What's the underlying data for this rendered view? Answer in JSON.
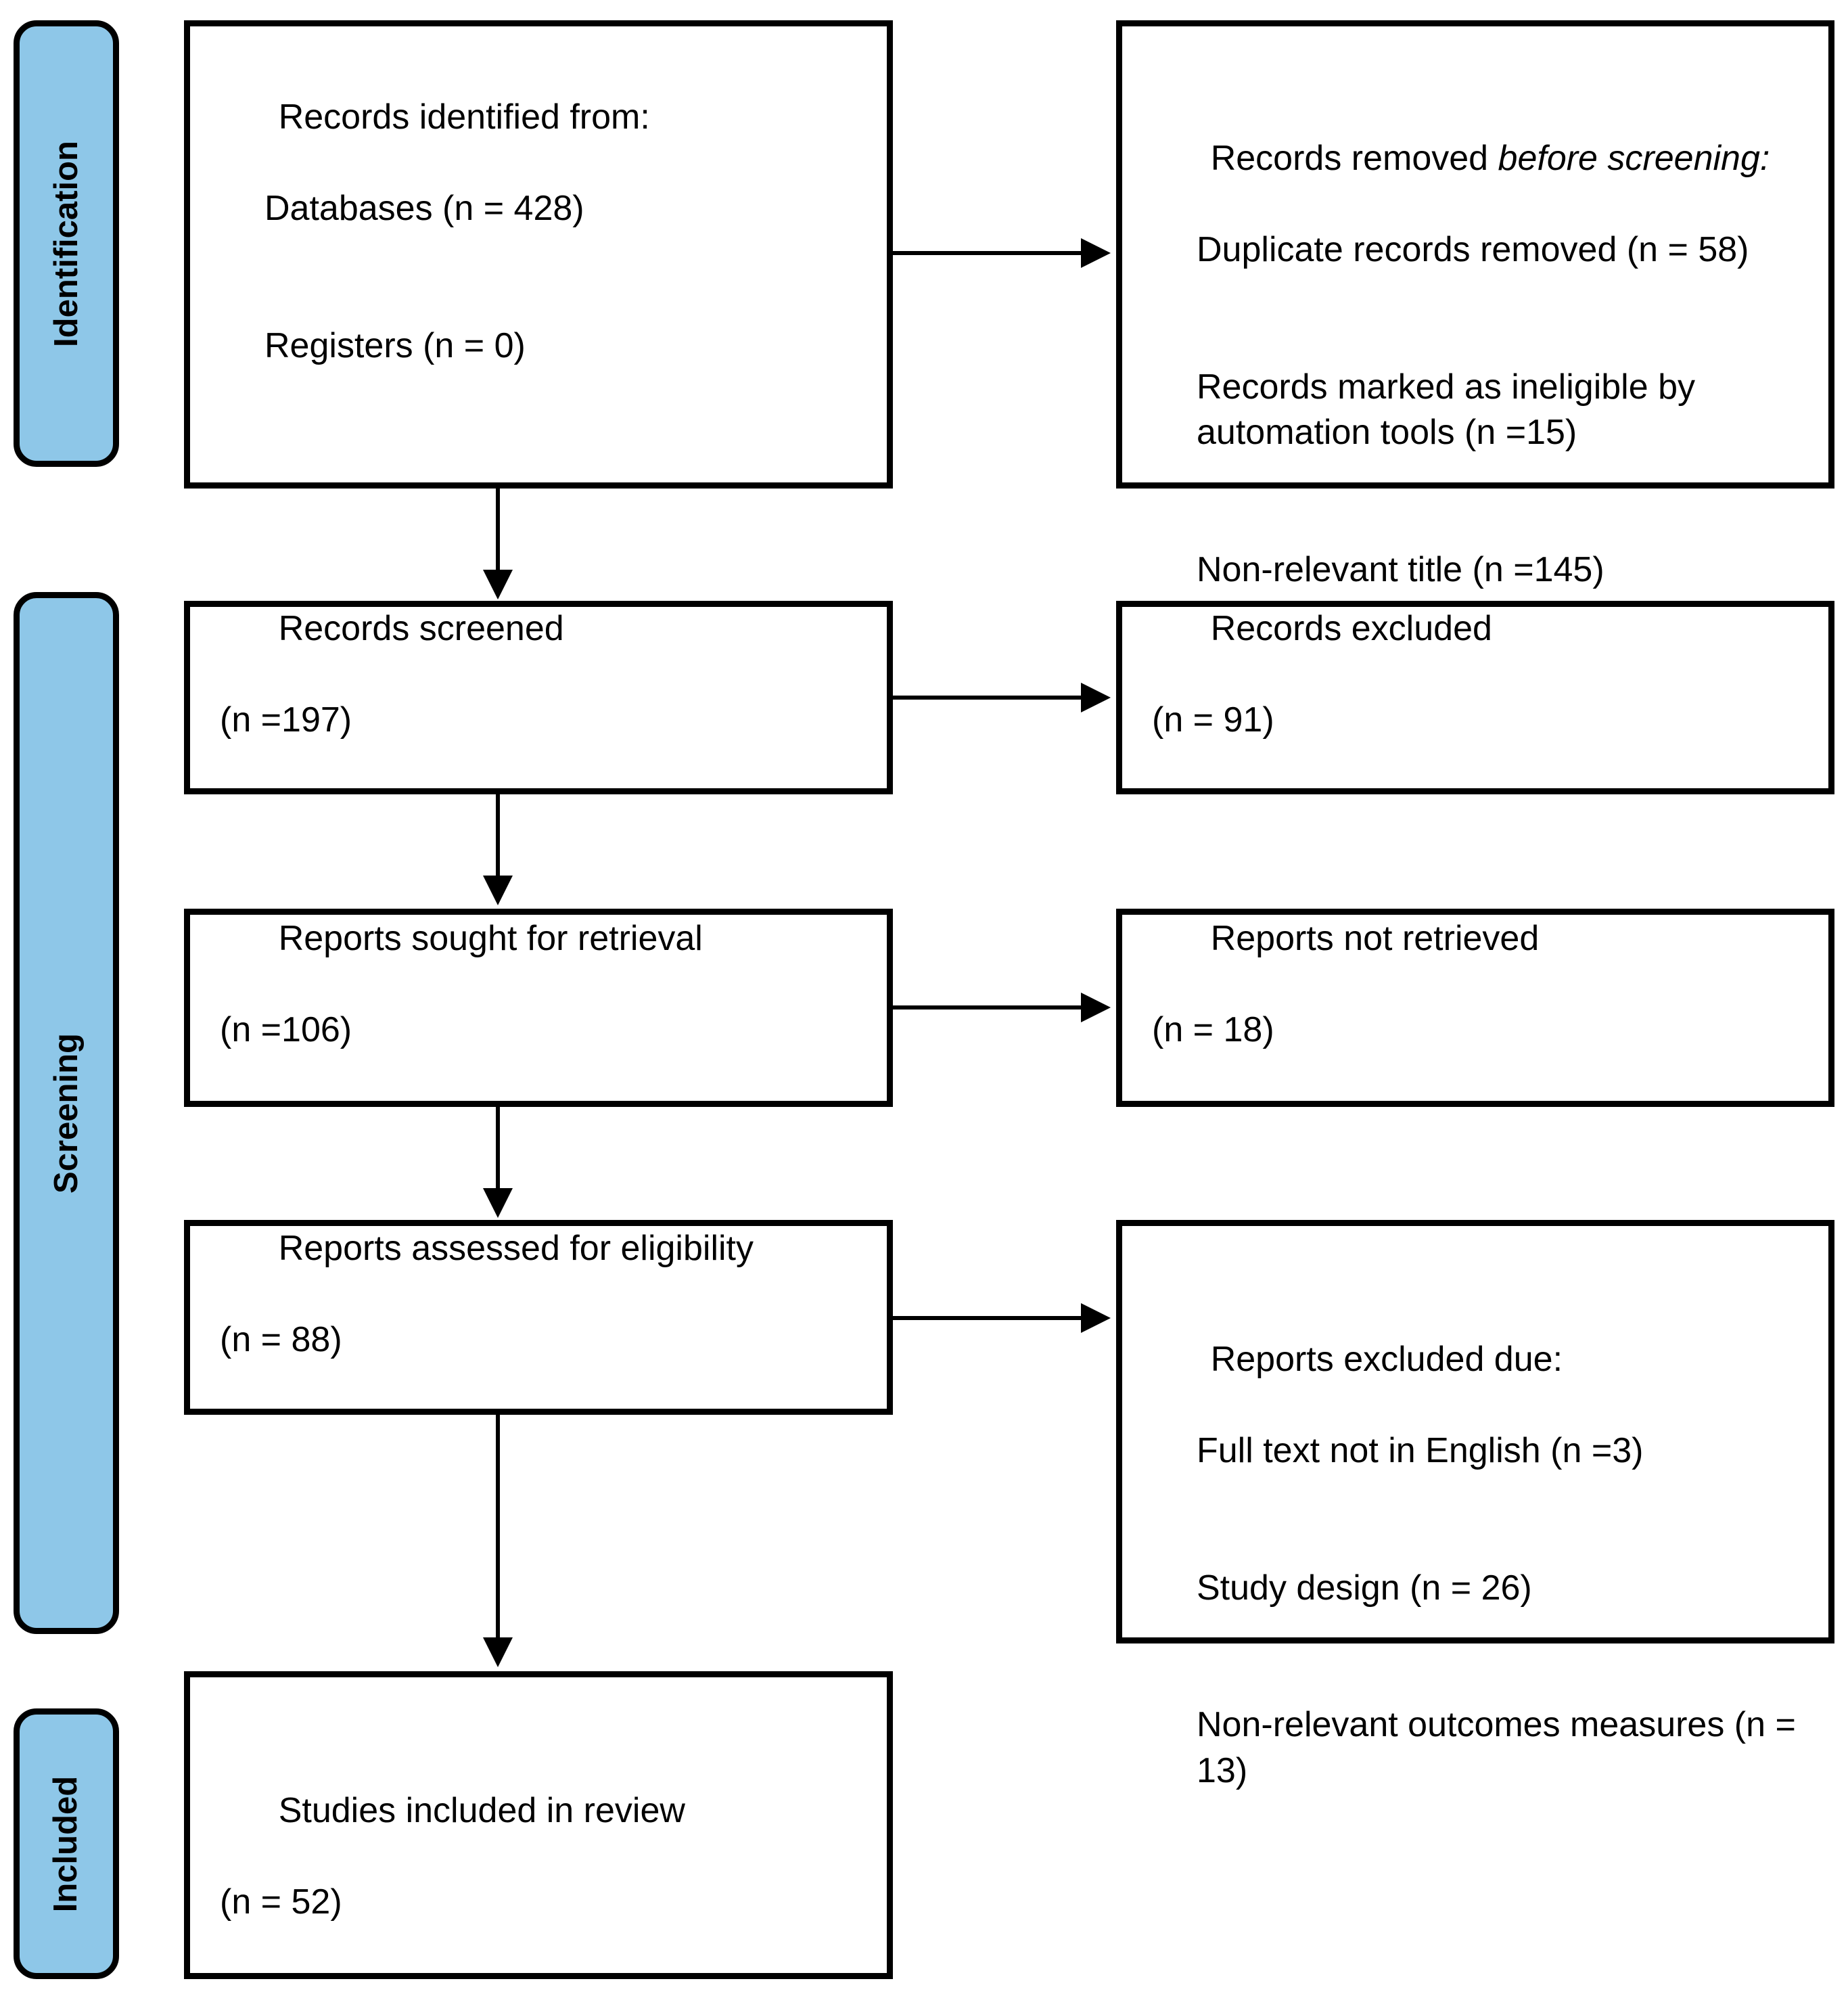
{
  "diagram": {
    "type": "prisma-flow-diagram",
    "accent_color": "#8ec7e8",
    "line_color": "#000000",
    "background_color": "#ffffff"
  },
  "stages": [
    {
      "id": "identification",
      "label": "Identification"
    },
    {
      "id": "screening",
      "label": "Screening"
    },
    {
      "id": "included",
      "label": "Included"
    }
  ],
  "boxes": {
    "records_identified": {
      "title": "Records identified from:",
      "items": [
        "Databases (n = 428)",
        "Registers (n = 0)"
      ]
    },
    "records_removed": {
      "title_plain": "Records removed ",
      "title_italic": "before screening",
      "title_colon": ":",
      "items": [
        "Duplicate records removed (n = 58)",
        "Records marked as ineligible by automation tools (n =15)",
        "Non-relevant title (n =145)"
      ]
    },
    "records_screened": {
      "title": "Records screened",
      "count": "(n =197)"
    },
    "records_excluded": {
      "title": "Records excluded",
      "count": "(n = 91)"
    },
    "reports_sought": {
      "title": "Reports sought for retrieval",
      "count": "(n =106)"
    },
    "reports_not_retrieved": {
      "title": "Reports not retrieved",
      "count": "(n = 18)"
    },
    "reports_assessed": {
      "title": "Reports assessed for eligibility",
      "count": "(n = 88)"
    },
    "reports_excluded": {
      "title": "Reports excluded due:",
      "items": [
        "Full text not in English (n =3)",
        "Study design (n = 26)",
        "Non-relevant outcomes measures (n = 13)"
      ]
    },
    "studies_included": {
      "title": "Studies included in review",
      "count": "(n = 52)"
    }
  },
  "chart_data": {
    "type": "diagram",
    "title": "PRISMA 2020 flow diagram",
    "nodes": [
      {
        "id": "records_identified",
        "stage": "Identification",
        "label": "Records identified from: Databases (n = 428); Registers (n = 0)",
        "n_databases": 428,
        "n_registers": 0
      },
      {
        "id": "records_removed",
        "stage": "Identification",
        "label": "Records removed before screening",
        "duplicate_records_removed": 58,
        "ineligible_by_automation_tools": 15,
        "non_relevant_title": 145
      },
      {
        "id": "records_screened",
        "stage": "Screening",
        "label": "Records screened",
        "n": 197
      },
      {
        "id": "records_excluded",
        "stage": "Screening",
        "label": "Records excluded",
        "n": 91
      },
      {
        "id": "reports_sought",
        "stage": "Screening",
        "label": "Reports sought for retrieval",
        "n": 106
      },
      {
        "id": "reports_not_retrieved",
        "stage": "Screening",
        "label": "Reports not retrieved",
        "n": 18
      },
      {
        "id": "reports_assessed",
        "stage": "Screening",
        "label": "Reports assessed for eligibility",
        "n": 88
      },
      {
        "id": "reports_excluded",
        "stage": "Screening",
        "label": "Reports excluded due",
        "full_text_not_in_english": 3,
        "study_design": 26,
        "non_relevant_outcomes_measures": 13
      },
      {
        "id": "studies_included",
        "stage": "Included",
        "label": "Studies included in review",
        "n": 52
      }
    ],
    "edges": [
      {
        "from": "records_identified",
        "to": "records_removed",
        "direction": "right"
      },
      {
        "from": "records_identified",
        "to": "records_screened",
        "direction": "down"
      },
      {
        "from": "records_screened",
        "to": "records_excluded",
        "direction": "right"
      },
      {
        "from": "records_screened",
        "to": "reports_sought",
        "direction": "down"
      },
      {
        "from": "reports_sought",
        "to": "reports_not_retrieved",
        "direction": "right"
      },
      {
        "from": "reports_sought",
        "to": "reports_assessed",
        "direction": "down"
      },
      {
        "from": "reports_assessed",
        "to": "reports_excluded",
        "direction": "right"
      },
      {
        "from": "reports_assessed",
        "to": "studies_included",
        "direction": "down"
      }
    ]
  }
}
